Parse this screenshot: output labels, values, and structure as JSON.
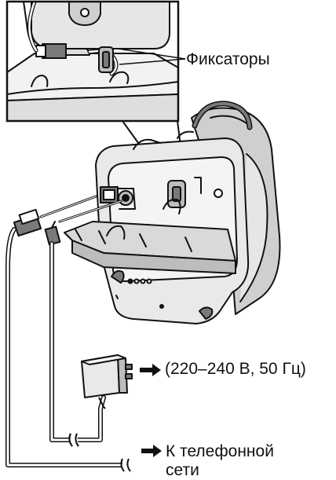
{
  "labels": {
    "latches": "Фиксаторы",
    "power_spec": "(220–240 В, 50 Гц)",
    "phone_line": "К телефонной сети"
  },
  "icons": {
    "arrow": "right-arrow-icon",
    "cable_break": "cable-break-icon"
  },
  "colors": {
    "line": "#111111",
    "fill_body": "#e9e9e9",
    "fill_dark": "#7a7a7a",
    "fill_mid": "#bdbdbd",
    "background": "#ffffff"
  }
}
